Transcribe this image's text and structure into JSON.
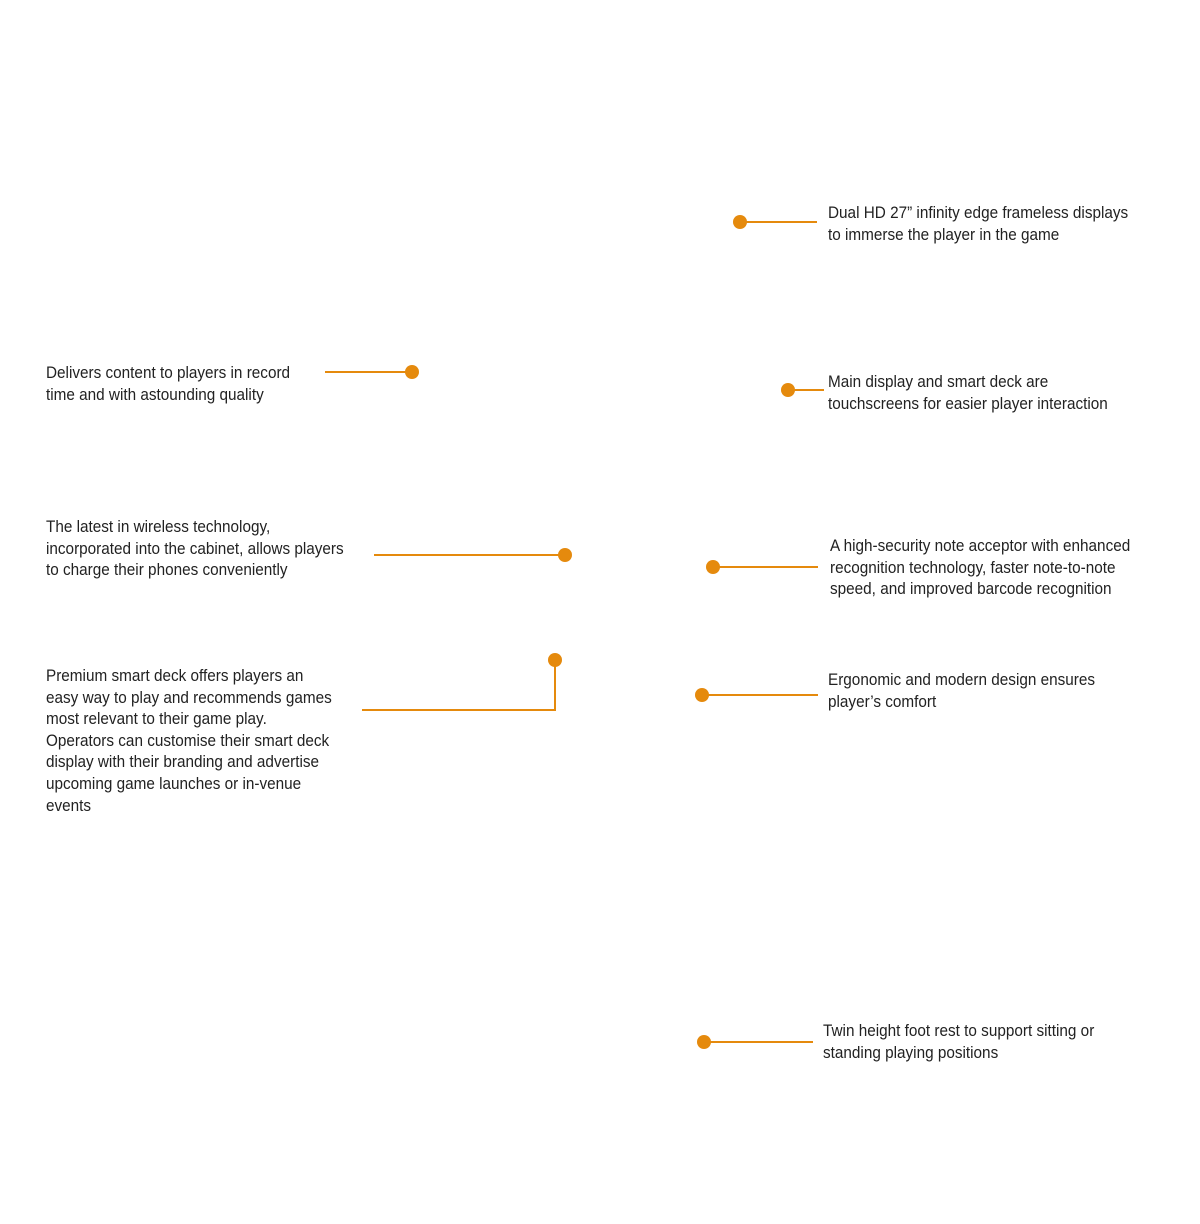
{
  "accent_color": "#E58A0D",
  "callouts": {
    "displays": {
      "text": "Dual HD 27” infinity edge frameless displays\nto immerse the player in the game"
    },
    "content": {
      "text": "Delivers content to players in record\ntime and with astounding quality"
    },
    "touch": {
      "text": "Main display and smart deck are\ntouchscreens for easier player interaction"
    },
    "wireless": {
      "text": "The latest in wireless technology,\nincorporated into the cabinet, allows players\nto charge their phones conveniently"
    },
    "note": {
      "text": "A high-security note acceptor with enhanced\nrecognition technology, faster note-to-note\nspeed, and improved barcode recognition"
    },
    "smartdeck": {
      "text": "Premium smart deck offers players an\neasy way to play and recommends games\nmost relevant to their game play.\nOperators can customise their smart deck\ndisplay with their branding and advertise\nupcoming game launches or in-venue\nevents"
    },
    "ergonomic": {
      "text": "Ergonomic and modern design ensures\nplayer’s comfort"
    },
    "footrest": {
      "text": "Twin height foot rest to support sitting or\nstanding playing positions"
    }
  }
}
